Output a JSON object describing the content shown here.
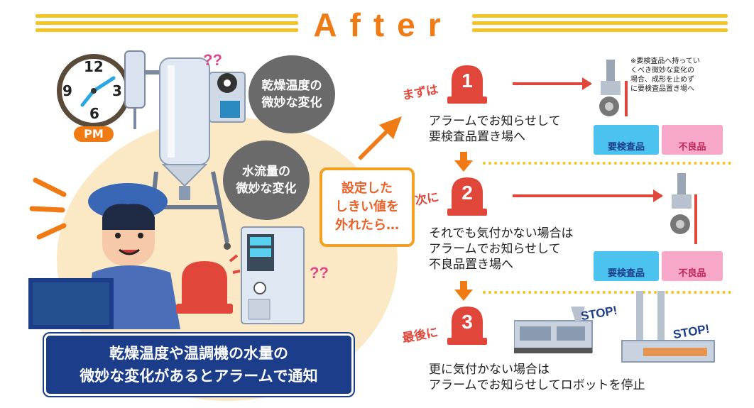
{
  "header": {
    "title": "After"
  },
  "clock": {
    "numerals": [
      "12",
      "3",
      "6",
      "9"
    ],
    "period": "PM"
  },
  "bubbles": {
    "drying": "乾燥温度の\n微妙な変化",
    "water": "水流量の\n微妙な変化"
  },
  "question_marks": "??",
  "threshold_box": "設定した\nしきい値を\n外れたら…",
  "banner": "乾燥温度や温調機の水量の\n微妙な変化があるとアラームで通知",
  "steps": [
    {
      "label": "まずは",
      "number": "1",
      "description": "アラームでお知らせして\n要検査品置き場へ"
    },
    {
      "label": "次に",
      "number": "2",
      "description": "それでも気付かない場合は\nアラームでお知らせして\n不良品置き場へ"
    },
    {
      "label": "最後に",
      "number": "3",
      "description": "更に気付かない場合は\nアラームでお知らせしてロボットを停止"
    }
  ],
  "note": "※要検査品へ持ってい\nくべき微妙な変化の\n場合、成形を止めず\nに要検査品置き場へ",
  "trays": {
    "inspect": "要検査品",
    "defect": "不良品"
  },
  "stop_label": "STOP!",
  "colors": {
    "orange": "#f07a14",
    "red": "#e0473a",
    "navy": "#1b3d8a",
    "yellow": "#f4c324",
    "cream": "#fbe9c6"
  }
}
